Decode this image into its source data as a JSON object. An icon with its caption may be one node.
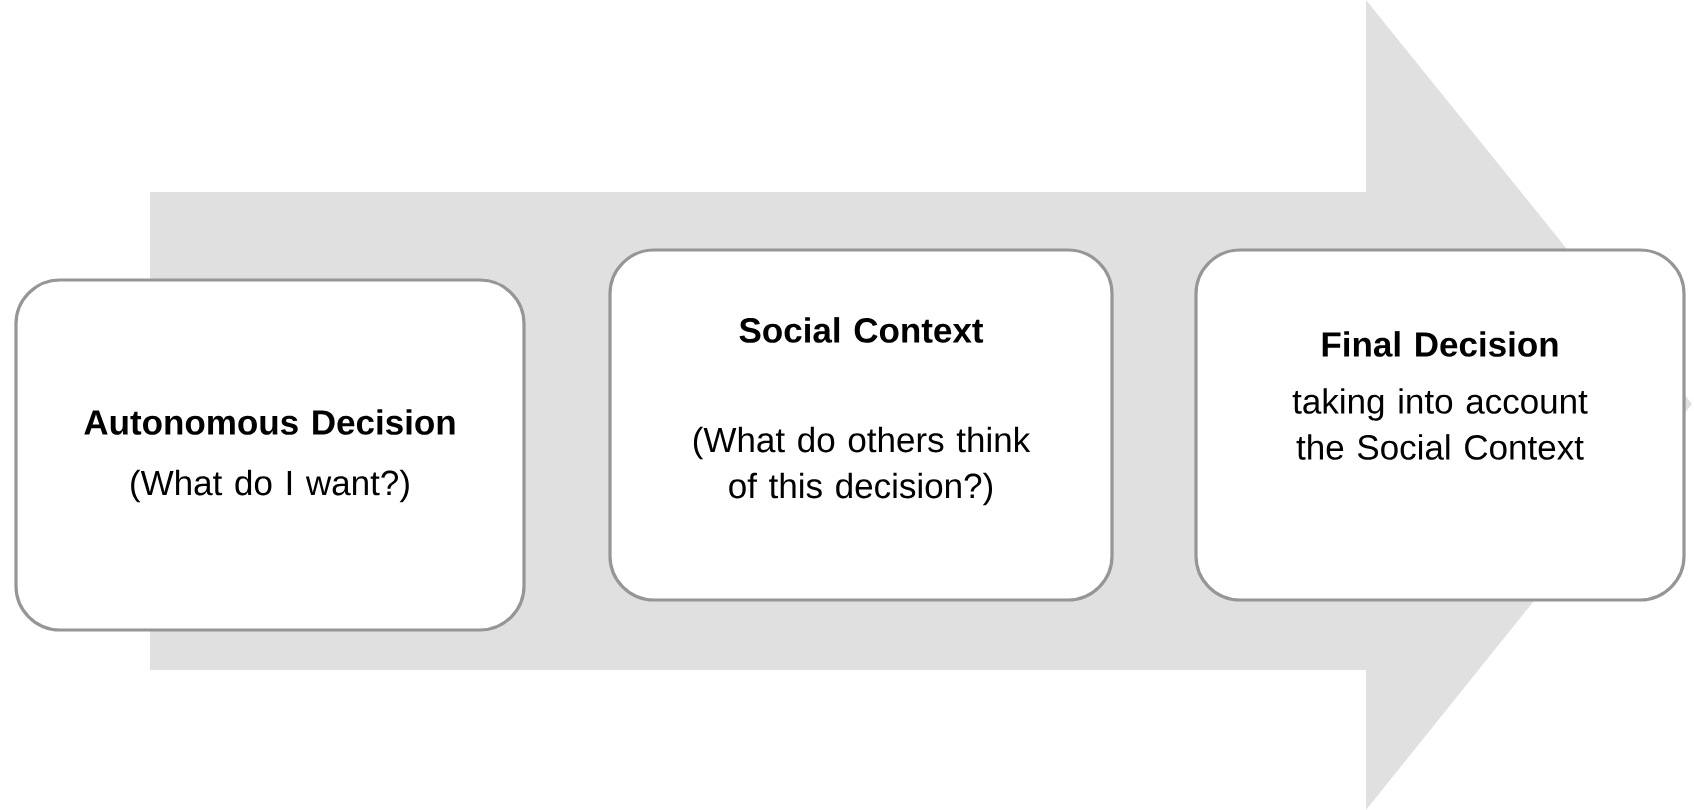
{
  "diagram": {
    "nodes": [
      {
        "text": [
          "Autonomous Decision",
          "(What do I want?)"
        ]
      },
      {
        "text": [
          "Social Context",
          "(What do others think of this decision?)"
        ]
      },
      {
        "text": [
          "Final Decision",
          "taking into account the Social Context"
        ]
      }
    ],
    "edges": [
      {
        "from": 0,
        "to": 2,
        "arrow": "to"
      }
    ]
  }
}
